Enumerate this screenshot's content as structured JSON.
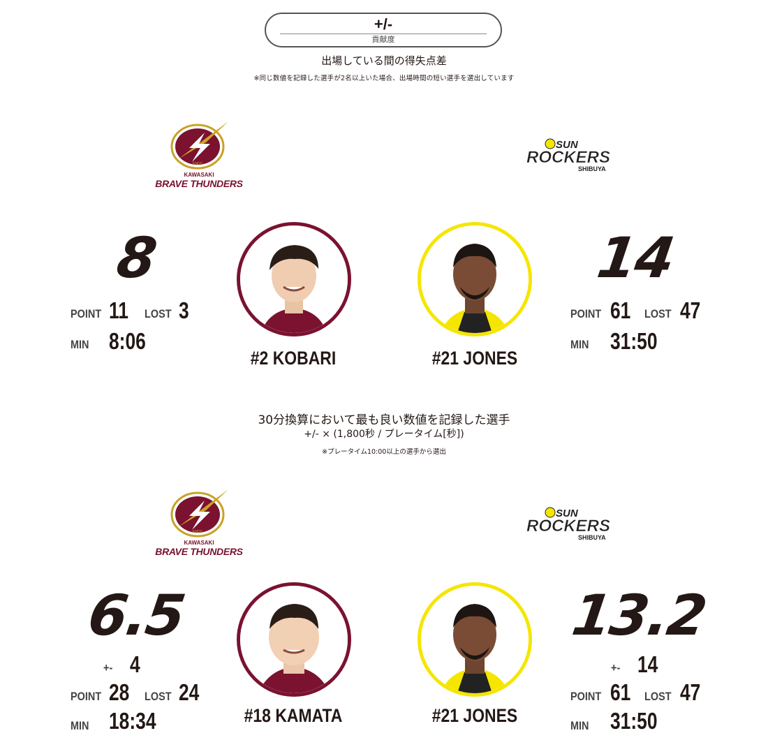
{
  "header": {
    "title": "+/-",
    "subtitle": "貢献度",
    "description": "出場している間の得失点差",
    "note": "※同じ数値を記録した選手が2名以上いた場合、出場時間の短い選手を選出しています"
  },
  "teams": {
    "home": {
      "line1": "KAWASAKI",
      "line2": "BRAVE THUNDERS",
      "seal": "KNDS",
      "color": "#7a1230"
    },
    "away": {
      "line1": "SUN",
      "line2": "ROCKERS",
      "line3": "SHIBUYA",
      "color": "#f5e600"
    }
  },
  "section1": {
    "home": {
      "value": "8",
      "point_label": "POINT",
      "point": "11",
      "lost_label": "LOST",
      "lost": "3",
      "min_label": "MIN",
      "min": "8:06",
      "player": "#2 KOBARI"
    },
    "away": {
      "value": "14",
      "point_label": "POINT",
      "point": "61",
      "lost_label": "LOST",
      "lost": "47",
      "min_label": "MIN",
      "min": "31:50",
      "player": "#21 JONES"
    }
  },
  "section2": {
    "description": "30分換算において最も良い数値を記録した選手",
    "formula": "+/- × (1,800秒 / プレータイム[秒])",
    "note": "※プレータイム10:00以上の選手から選出",
    "home": {
      "value": "6.5",
      "pm_label": "+-",
      "pm": "4",
      "point_label": "POINT",
      "point": "28",
      "lost_label": "LOST",
      "lost": "24",
      "min_label": "MIN",
      "min": "18:34",
      "player": "#18 KAMATA"
    },
    "away": {
      "value": "13.2",
      "pm_label": "+-",
      "pm": "14",
      "point_label": "POINT",
      "point": "61",
      "lost_label": "LOST",
      "lost": "47",
      "min_label": "MIN",
      "min": "31:50",
      "player": "#21 JONES"
    }
  }
}
